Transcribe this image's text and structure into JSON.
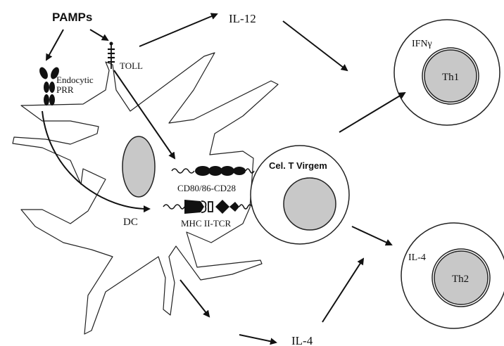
{
  "labels": {
    "pamps": "PAMPs",
    "toll": "TOLL",
    "endocytic_prr": [
      "Endocytic",
      "PRR"
    ],
    "il12": "IL-12",
    "ifn": "IFNγ",
    "th1": "Th1",
    "cel_t_virgem": "Cel. T Virgem",
    "cd80": "CD80/86-CD28",
    "mhc": "MHC II-TCR",
    "dc": "DC",
    "il4_right": "IL-4",
    "th2": "Th2",
    "il4_bottom": "IL-4"
  }
}
